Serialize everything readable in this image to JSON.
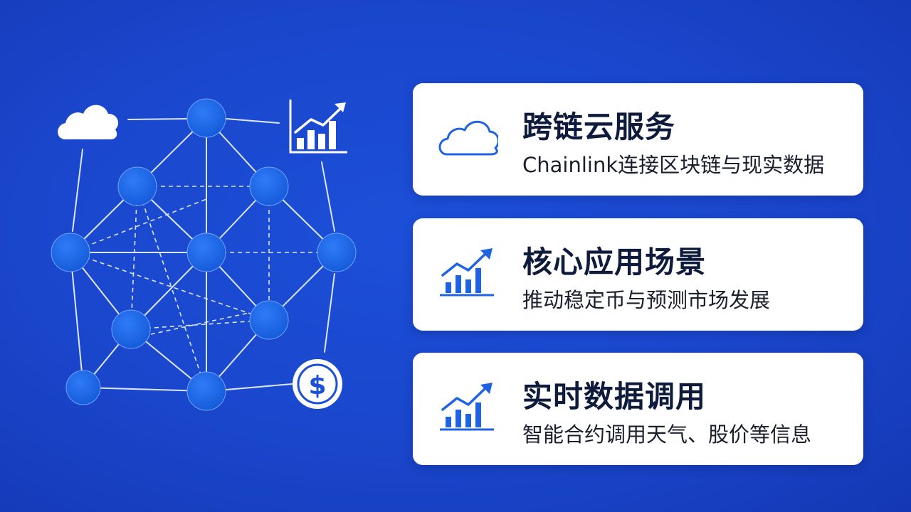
{
  "colors": {
    "background": "#1a46cc",
    "node": "#1a63e8",
    "card": "#ffffff",
    "icon_blue": "#1f63e0",
    "title_text": "#0e1b3d"
  },
  "diagram": {
    "icons": [
      "cloud-icon",
      "growth-chart-icon",
      "dollar-coin-icon"
    ]
  },
  "cards": [
    {
      "icon": "cloud-icon",
      "title": "跨链云服务",
      "text": "Chainlink连接区块链与现实数据"
    },
    {
      "icon": "growth-chart-icon",
      "title": "核心应用场景",
      "text": "推动稳定币与预测市场发展"
    },
    {
      "icon": "growth-chart-icon",
      "title": "实时数据调用",
      "text": "智能合约调用天气、股价等信息"
    }
  ]
}
